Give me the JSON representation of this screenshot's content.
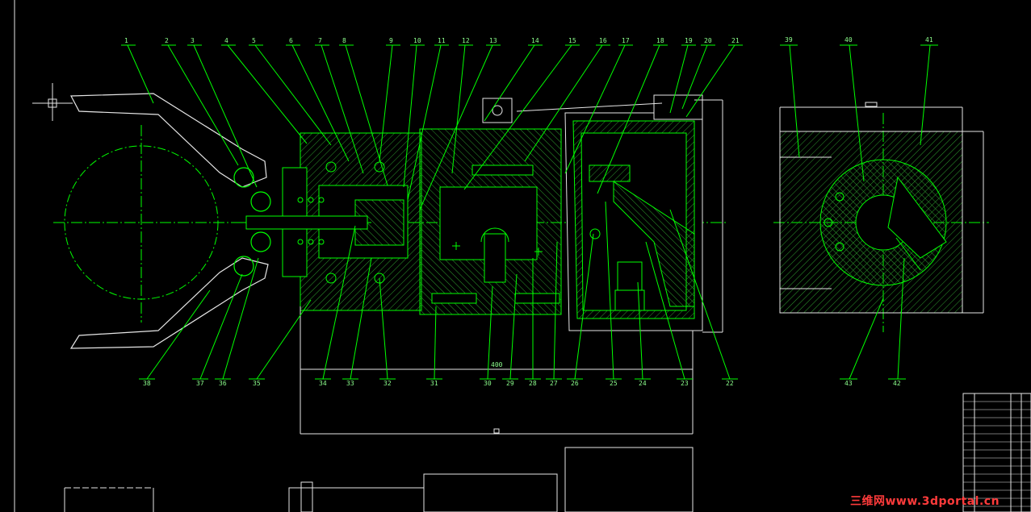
{
  "drawing": {
    "line_color": "#00ff00",
    "hatch_color": "#2f8f2f",
    "frame_color": "#e6e6e6",
    "background": "#000000"
  },
  "balloons_top": [
    "1",
    "2",
    "3",
    "4",
    "5",
    "6",
    "7",
    "8",
    "9",
    "10",
    "11",
    "12",
    "13",
    "14",
    "15",
    "16",
    "17",
    "18",
    "19",
    "20",
    "21"
  ],
  "balloons_bottom": [
    "38",
    "37",
    "36",
    "35",
    "34",
    "33",
    "32",
    "31",
    "30",
    "29",
    "28",
    "27",
    "26",
    "25",
    "24",
    "23",
    "22"
  ],
  "balloons_side": [
    "39",
    "40",
    "41",
    "43",
    "42"
  ],
  "dimension_text": "400",
  "watermark": {
    "chinese": "三维网",
    "url": "www.3dportal.cn"
  }
}
